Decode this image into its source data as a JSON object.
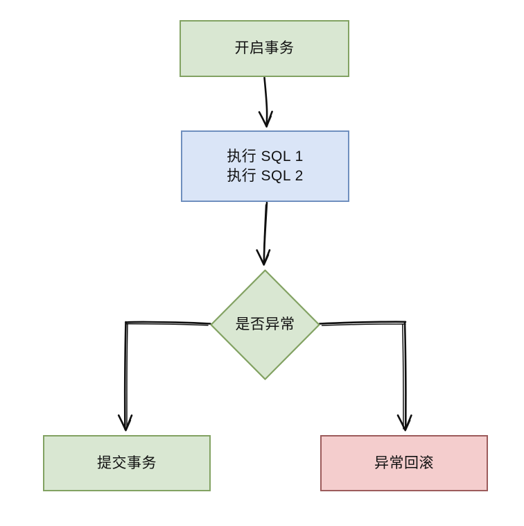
{
  "diagram": {
    "type": "flowchart",
    "title": "",
    "style": "hand-drawn",
    "background_color": "#ffffff",
    "nodes": [
      {
        "id": "begin-transaction",
        "label": "开启事务",
        "shape": "rectangle",
        "fill_color": "#d9e7d2",
        "border_color": "#82a262",
        "text_color": "#111111"
      },
      {
        "id": "execute-sql",
        "label": "执行 SQL 1\n执行 SQL 2",
        "shape": "rectangle",
        "fill_color": "#dae5f7",
        "border_color": "#6f8fbe",
        "text_color": "#111111"
      },
      {
        "id": "check-exception",
        "label": "是否异常",
        "shape": "diamond",
        "fill_color": "#d9e7d2",
        "border_color": "#82a262",
        "text_color": "#111111"
      },
      {
        "id": "commit-transaction",
        "label": "提交事务",
        "shape": "rectangle",
        "fill_color": "#d9e7d2",
        "border_color": "#82a262",
        "text_color": "#111111"
      },
      {
        "id": "rollback",
        "label": "异常回滚",
        "shape": "rectangle",
        "fill_color": "#f4cdcd",
        "border_color": "#9c5b5b",
        "text_color": "#111111"
      }
    ],
    "edges": [
      {
        "id": "edge-begin-to-sql",
        "from": "begin-transaction",
        "to": "execute-sql",
        "label": "",
        "arrow": true
      },
      {
        "id": "edge-sql-to-check",
        "from": "execute-sql",
        "to": "check-exception",
        "label": "",
        "arrow": true
      },
      {
        "id": "edge-check-to-commit",
        "from": "check-exception",
        "to": "commit-transaction",
        "label": "",
        "arrow": true
      },
      {
        "id": "edge-check-to-rollback",
        "from": "check-exception",
        "to": "rollback",
        "label": "",
        "arrow": true
      }
    ],
    "edge_color": "#0f0f0f"
  }
}
